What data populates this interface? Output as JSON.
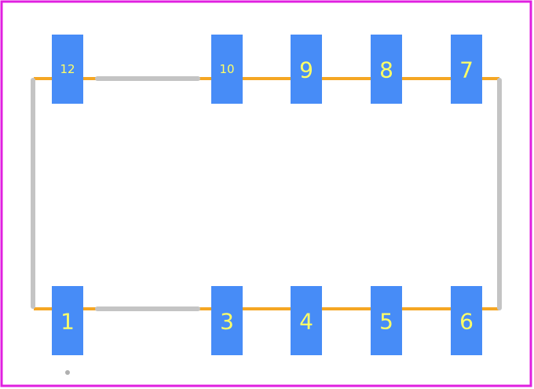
{
  "footprint": {
    "colors": {
      "border": "#e020e0",
      "pad": "#478cf7",
      "pad_label": "#ffff66",
      "silkscreen": "#c4c4c4",
      "copper_trace": "#f5a623",
      "pin1_marker": "#b0b0b0"
    },
    "top_row": [
      {
        "pin": "12"
      },
      {
        "pin": "10"
      },
      {
        "pin": "9"
      },
      {
        "pin": "8"
      },
      {
        "pin": "7"
      }
    ],
    "bottom_row": [
      {
        "pin": "1"
      },
      {
        "pin": "3"
      },
      {
        "pin": "4"
      },
      {
        "pin": "5"
      },
      {
        "pin": "6"
      }
    ]
  }
}
